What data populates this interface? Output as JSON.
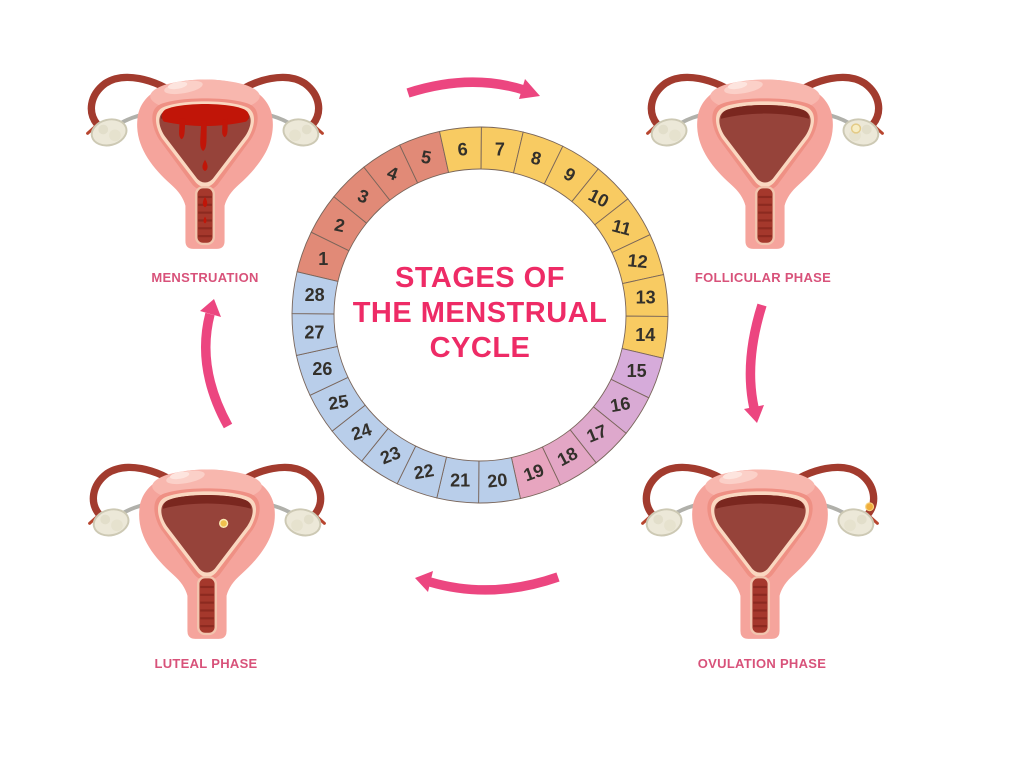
{
  "title": {
    "text": "STAGES OF\nTHE MENSTRUAL\nCYCLE",
    "color": "#EE2B66"
  },
  "colors": {
    "arrow": "#EC4680",
    "phase_label": "#D8527A",
    "day_number": "#33302B",
    "segment_border": "#79655A",
    "background": "#FFFFFF"
  },
  "phases": [
    {
      "id": "menstruation",
      "label": "MENSTRUATION",
      "color": "#E18A77",
      "day_range": "1-5",
      "position": "top-left"
    },
    {
      "id": "follicular",
      "label": "FOLLICULAR PHASE",
      "color": "#F8CB62",
      "day_range": "6-14",
      "position": "top-right"
    },
    {
      "id": "ovulation",
      "label": "OVULATION PHASE",
      "color": "#DDA8D0",
      "day_range": "15-19",
      "position": "bottom-right"
    },
    {
      "id": "luteal",
      "label": "LUTEAL PHASE",
      "color": "#B9CEEA",
      "day_range": "20-28",
      "position": "bottom-left"
    }
  ],
  "wheel": {
    "total_days": 28,
    "days": [
      {
        "n": 1,
        "phase": "menstruation",
        "rot": 0
      },
      {
        "n": 2,
        "phase": "menstruation",
        "rot": 12
      },
      {
        "n": 3,
        "phase": "menstruation",
        "rot": 22
      },
      {
        "n": 4,
        "phase": "menstruation",
        "rot": 20
      },
      {
        "n": 5,
        "phase": "menstruation",
        "rot": 10
      },
      {
        "n": 6,
        "phase": "follicular",
        "rot": -6
      },
      {
        "n": 7,
        "phase": "follicular",
        "rot": 0
      },
      {
        "n": 8,
        "phase": "follicular",
        "rot": 12
      },
      {
        "n": 9,
        "phase": "follicular",
        "rot": 30
      },
      {
        "n": 10,
        "phase": "follicular",
        "rot": 27
      },
      {
        "n": 11,
        "phase": "follicular",
        "rot": 15
      },
      {
        "n": 12,
        "phase": "follicular",
        "rot": 6
      },
      {
        "n": 13,
        "phase": "follicular",
        "rot": 0
      },
      {
        "n": 14,
        "phase": "follicular",
        "rot": 0
      },
      {
        "n": 15,
        "phase": "ovulation",
        "rot": 0,
        "color": "#D6ABDA"
      },
      {
        "n": 16,
        "phase": "ovulation",
        "rot": -10,
        "color": "#D9AAD4"
      },
      {
        "n": 17,
        "phase": "ovulation",
        "rot": -22,
        "color": "#DEA8CC"
      },
      {
        "n": 18,
        "phase": "ovulation",
        "rot": -28,
        "color": "#E3A6C5"
      },
      {
        "n": 19,
        "phase": "ovulation",
        "rot": -20,
        "color": "#E7A5BF"
      },
      {
        "n": 20,
        "phase": "luteal",
        "rot": -6
      },
      {
        "n": 21,
        "phase": "luteal",
        "rot": 0
      },
      {
        "n": 22,
        "phase": "luteal",
        "rot": -10
      },
      {
        "n": 23,
        "phase": "luteal",
        "rot": -22
      },
      {
        "n": 24,
        "phase": "luteal",
        "rot": -18
      },
      {
        "n": 25,
        "phase": "luteal",
        "rot": -9
      },
      {
        "n": 26,
        "phase": "luteal",
        "rot": 0
      },
      {
        "n": 27,
        "phase": "luteal",
        "rot": 0
      },
      {
        "n": 28,
        "phase": "luteal",
        "rot": 0
      }
    ]
  }
}
